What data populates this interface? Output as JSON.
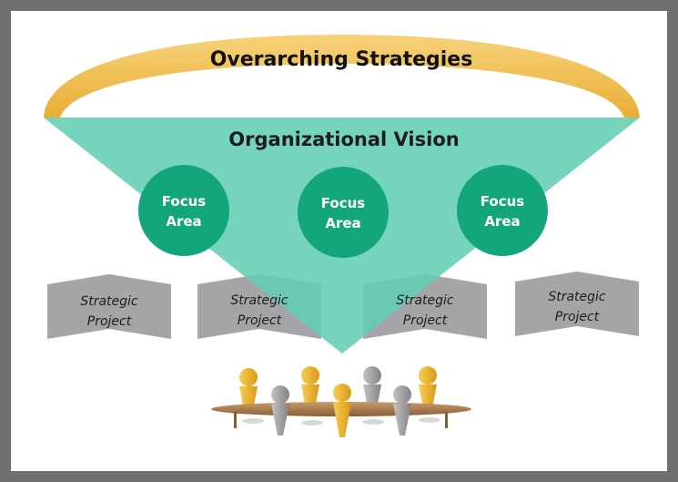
{
  "arc": {
    "label": "Overarching Strategies"
  },
  "funnel": {
    "label": "Organizational Vision"
  },
  "focus_areas": [
    {
      "line1": "Focus",
      "line2": "Area"
    },
    {
      "line1": "Focus",
      "line2": "Area"
    },
    {
      "line1": "Focus",
      "line2": "Area"
    }
  ],
  "projects": [
    {
      "line1": "Strategic",
      "line2": "Project"
    },
    {
      "line1": "Strategic",
      "line2": "Project"
    },
    {
      "line1": "Strategic",
      "line2": "Project"
    },
    {
      "line1": "Strategic",
      "line2": "Project"
    }
  ],
  "colors": {
    "frame": "#707072",
    "arc_gold": "#F2C04C",
    "funnel_teal": "#63CDB3",
    "circle_green": "#13A67B",
    "chevron_gray": "#A5A5A8",
    "table_brown": "#A77B4E"
  }
}
